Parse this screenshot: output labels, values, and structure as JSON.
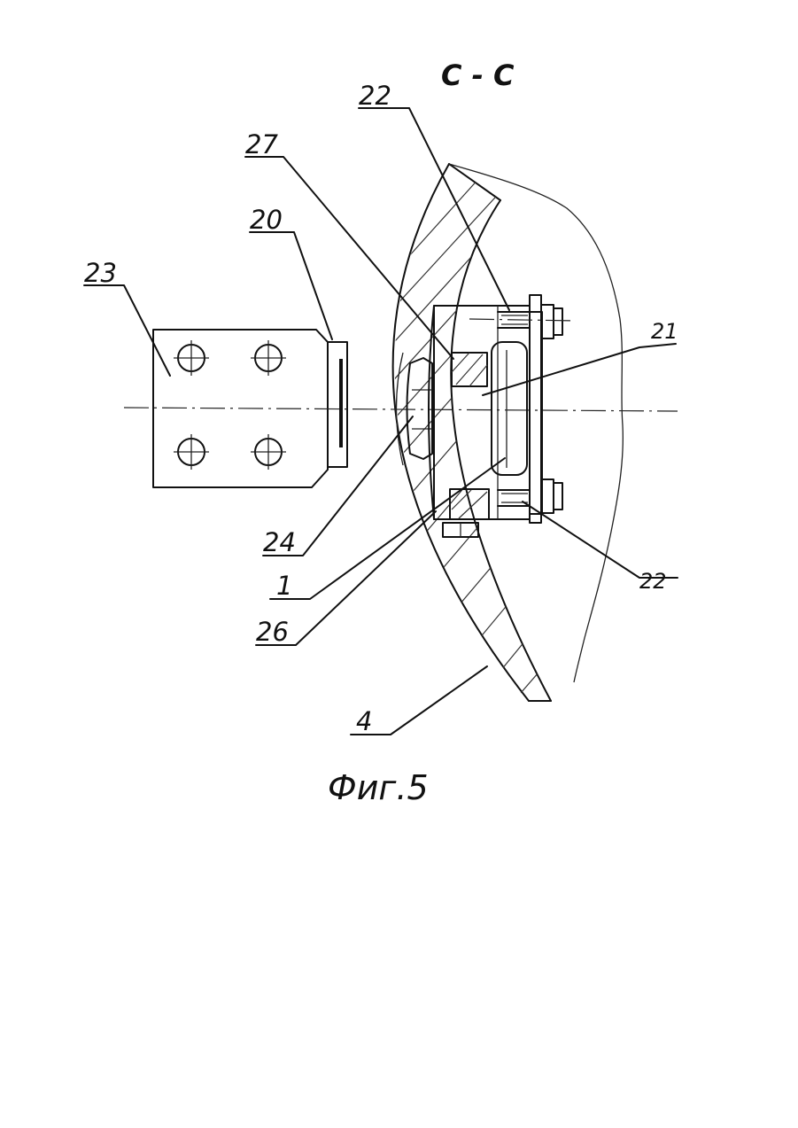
{
  "section_title": "C - C",
  "figure_caption": "Фиг.5",
  "callouts": [
    "22",
    "27",
    "20",
    "23",
    "21",
    "24",
    "1",
    "26",
    "22",
    "4"
  ]
}
